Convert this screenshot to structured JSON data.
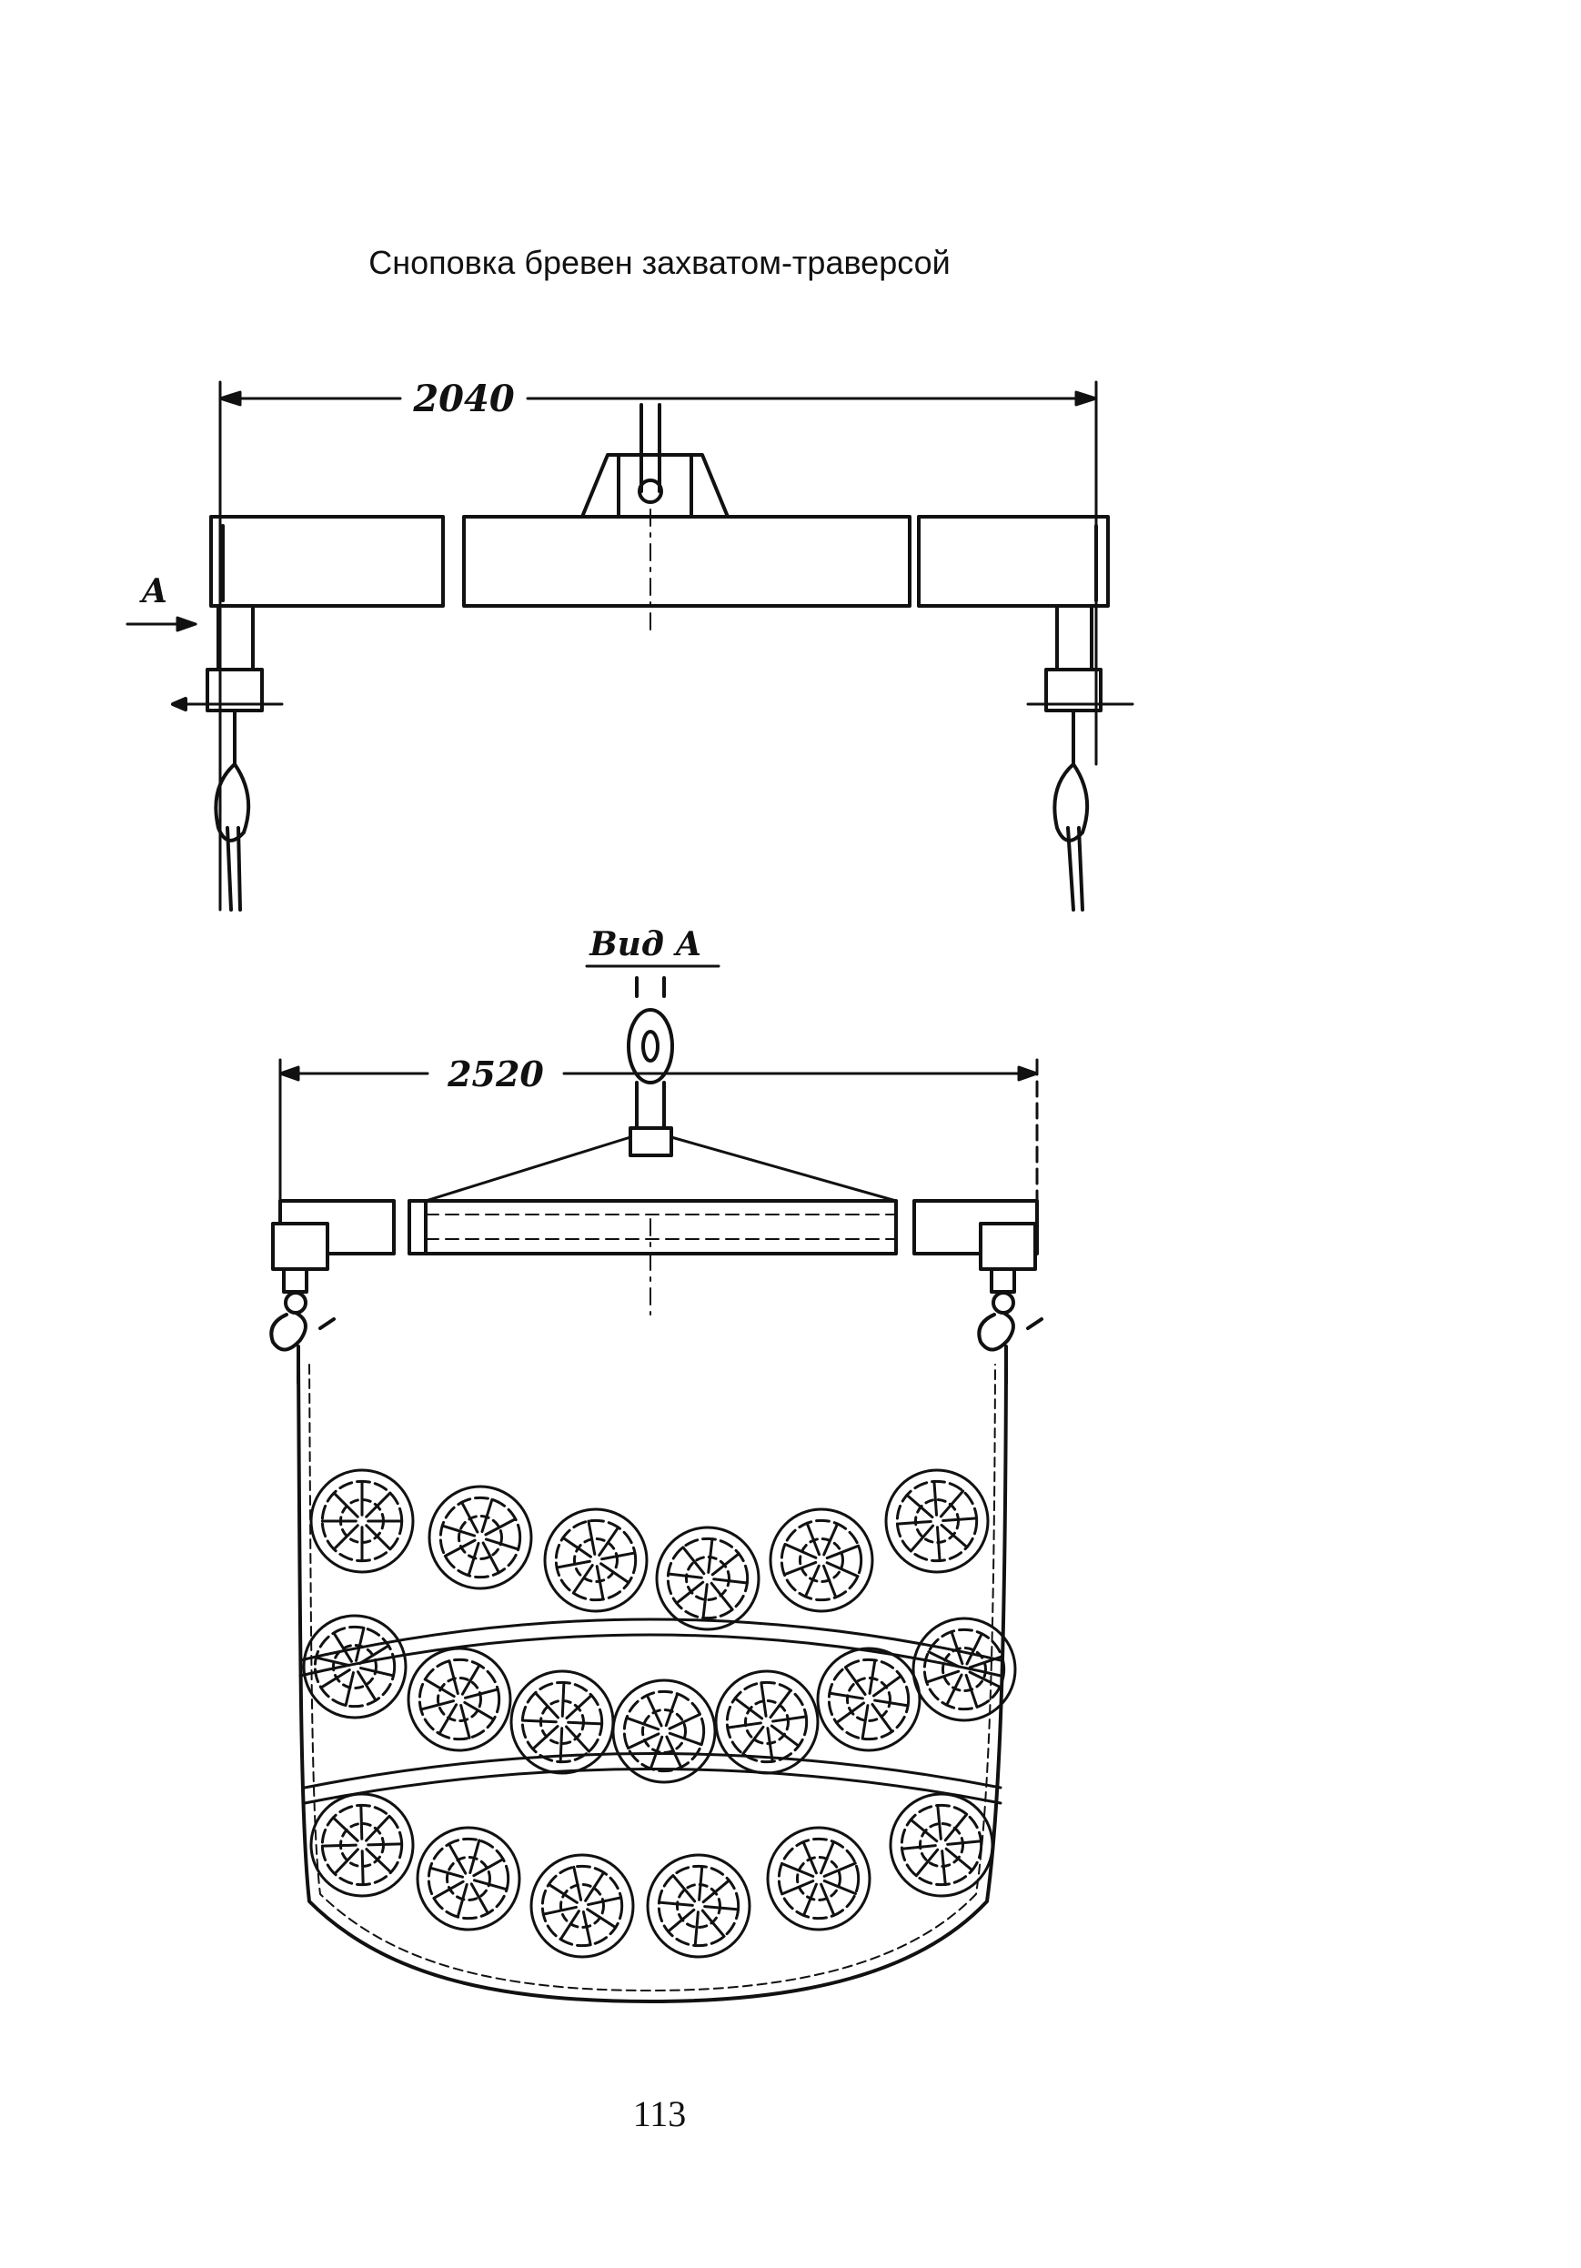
{
  "page": {
    "title": "Сноповка бревен захватом-траверсой",
    "page_number": "113"
  },
  "diagram": {
    "front_view": {
      "dimension_label": "2040",
      "view_marker": "А"
    },
    "side_view": {
      "view_title": "Вид А",
      "dimension_label": "2520"
    }
  }
}
